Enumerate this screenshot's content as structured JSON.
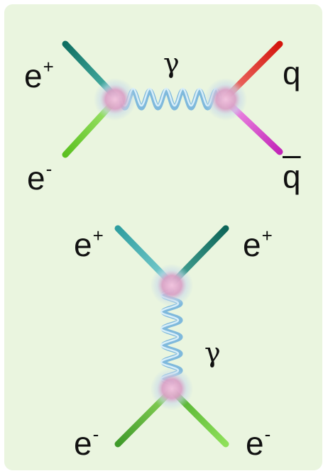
{
  "diagram_1": {
    "labels": {
      "top_left": {
        "base": "e",
        "charge": "+"
      },
      "bottom_left": {
        "base": "e",
        "charge": "-"
      },
      "boson": "γ",
      "top_right": "q",
      "bottom_right": "q"
    },
    "colors": {
      "positron": "#1f8f80",
      "electron": "#7bd23a",
      "quark": "#e31b12",
      "antiquark": "#d83bd0",
      "photon": "#8fc8e8",
      "vertex": "#d9a5c8"
    }
  },
  "diagram_2": {
    "labels": {
      "top_left": {
        "base": "e",
        "charge": "+"
      },
      "top_right": {
        "base": "e",
        "charge": "+"
      },
      "boson": "γ",
      "bottom_left": {
        "base": "e",
        "charge": "-"
      },
      "bottom_right": {
        "base": "e",
        "charge": "-"
      }
    },
    "colors": {
      "positron_in": "#3aaab0",
      "positron_out": "#1f7e70",
      "electron": "#6cc03a",
      "photon": "#8fc8e8",
      "vertex": "#d9a5c8"
    }
  },
  "background": "#eaf5df"
}
